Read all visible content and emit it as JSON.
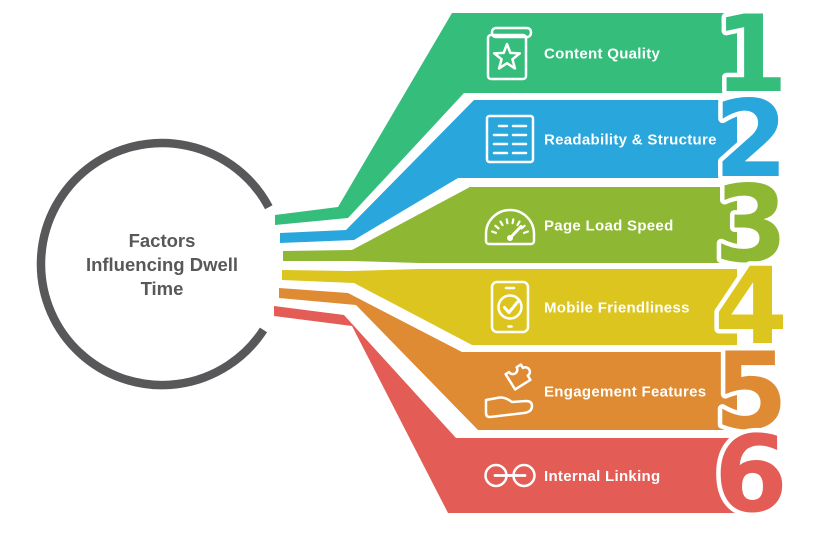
{
  "title": {
    "line1": "Factors",
    "line2": "Influencing Dwell",
    "line3": "Time"
  },
  "factors": [
    {
      "number": "1",
      "label": "Content Quality",
      "color": "#35bd7c",
      "icon": "book-star-icon"
    },
    {
      "number": "2",
      "label": "Readability & Structure",
      "color": "#29a6db",
      "icon": "document-lines-icon"
    },
    {
      "number": "3",
      "label": "Page Load Speed",
      "color": "#8eb733",
      "icon": "speedometer-icon"
    },
    {
      "number": "4",
      "label": "Mobile Friendliness",
      "color": "#ddc51f",
      "icon": "phone-check-icon"
    },
    {
      "number": "5",
      "label": "Engagement Features",
      "color": "#de8b33",
      "icon": "hand-puzzle-icon"
    },
    {
      "number": "6",
      "label": "Internal Linking",
      "color": "#e35c56",
      "icon": "chain-link-icon"
    }
  ],
  "colors": {
    "ring": "#58585a",
    "title_text": "#58585a",
    "label_text": "#ffffff",
    "background": "#ffffff"
  }
}
